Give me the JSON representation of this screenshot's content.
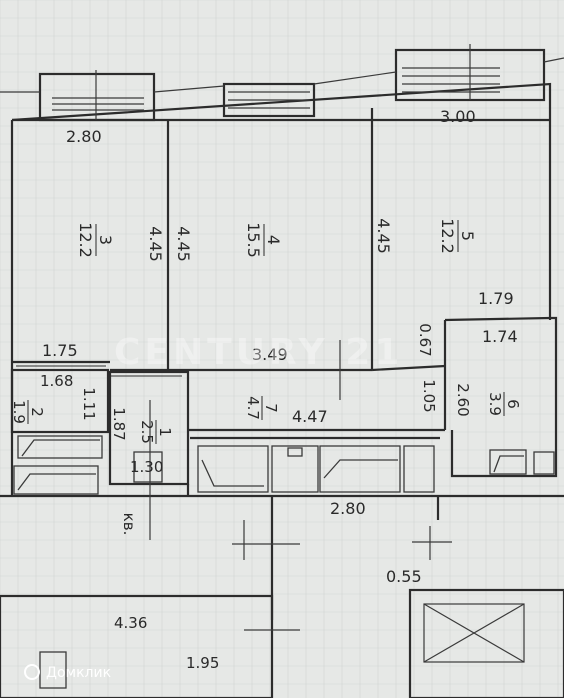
{
  "rooms": [
    {
      "number": "3",
      "area": "12.2"
    },
    {
      "number": "4",
      "area": "15.5"
    },
    {
      "number": "5",
      "area": "12.2"
    },
    {
      "number": "2",
      "area": "1.9"
    },
    {
      "number": "1",
      "area": "2.5"
    },
    {
      "number": "7",
      "area": "4.7"
    },
    {
      "number": "6",
      "area": "3.9"
    }
  ],
  "dimensions": {
    "d_2_80_top": "2.80",
    "d_3_00": "3.00",
    "d_4_45_left": "4.45",
    "d_4_45_mid": "4.45",
    "d_4_45_right": "4.45",
    "d_1_79": "1.79",
    "d_1_74": "1.74",
    "d_0_67": "0.67",
    "d_1_75": "1.75",
    "d_3_49": "3.49",
    "d_1_68": "1.68",
    "d_1_11": "1.11",
    "d_1_87": "1.87",
    "d_1_05": "1.05",
    "d_2_60": "2.60",
    "d_4_47": "4.47",
    "d_1_30": "1.30",
    "d_2_80_bottom": "2.80",
    "d_0_55": "0.55",
    "d_4_35": "4.36",
    "d_1_95": "1.95"
  },
  "labels": {
    "apartment": "кв."
  },
  "watermark": "CENTURY 21",
  "brand": "Домклик"
}
